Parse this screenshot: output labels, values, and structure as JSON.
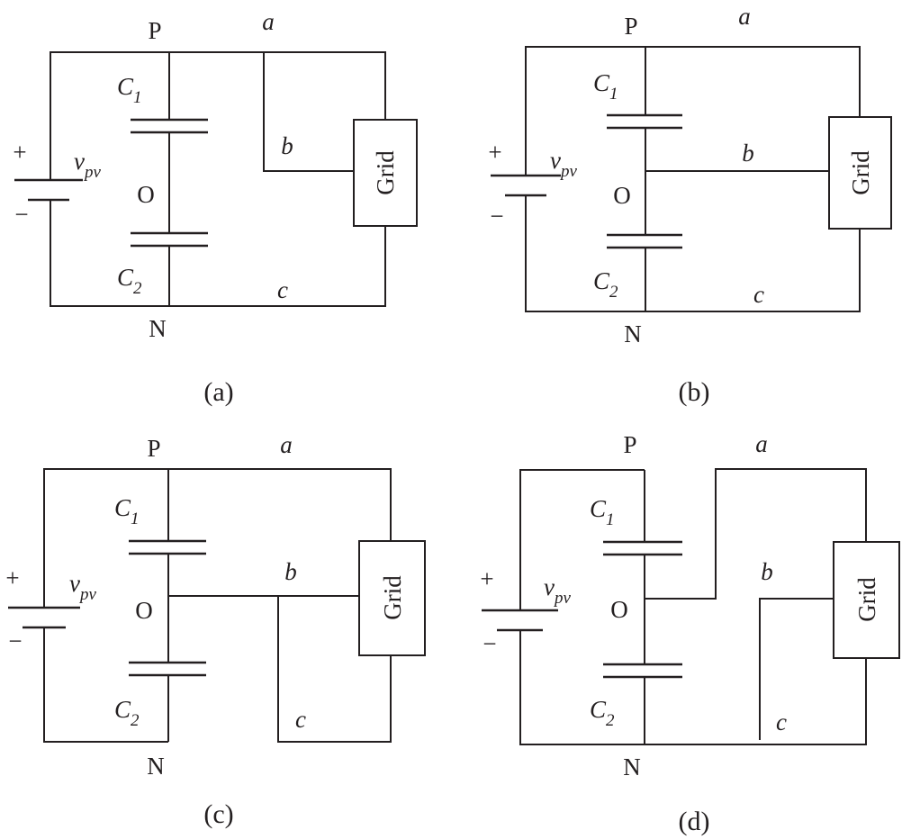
{
  "labels": {
    "node_p": "P",
    "node_n": "N",
    "node_o": "O",
    "plus": "+",
    "minus": "−",
    "wire_a": "a",
    "wire_b": "b",
    "wire_c": "c",
    "grid": "Grid",
    "c1_main": "C",
    "c1_sub": "1",
    "c2_main": "C",
    "c2_sub": "2",
    "vpv_main": "v",
    "vpv_sub": "pv"
  },
  "panels": [
    {
      "caption": "(a)",
      "grid_connections": {
        "a": "P",
        "b": "P",
        "c": "N"
      }
    },
    {
      "caption": "(b)",
      "grid_connections": {
        "a": "P",
        "b": "O",
        "c": "N"
      }
    },
    {
      "caption": "(c)",
      "grid_connections": {
        "a": "P",
        "b": "O",
        "c": "O"
      }
    },
    {
      "caption": "(d)",
      "grid_connections": {
        "a": "O",
        "b": "open",
        "c": "N"
      }
    }
  ]
}
